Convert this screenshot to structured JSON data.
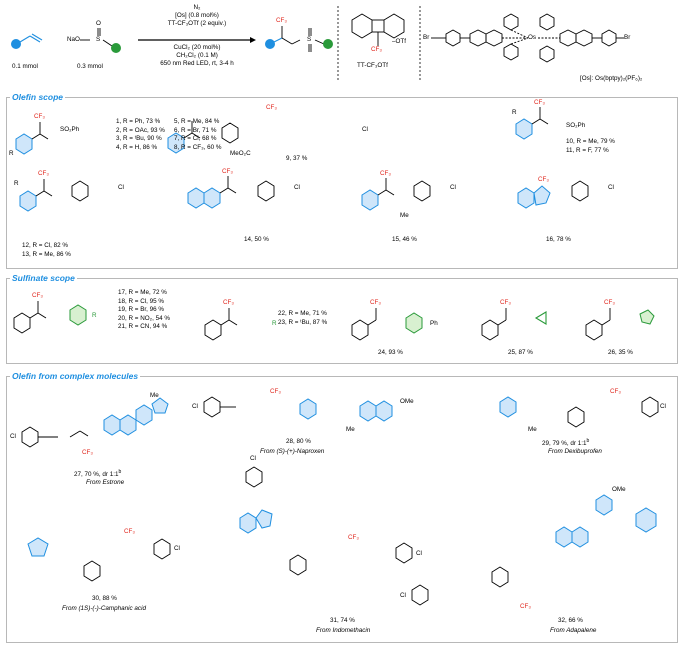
{
  "header": {
    "olefin_amount": "0.1 mmol",
    "sulfinate_amount": "0.3 mmol",
    "sulfinate_na": "NaO",
    "sulfinate_s": "S",
    "sulfinate_o": "O",
    "conditions_top": [
      "N₂",
      "[Os] (0.8 mol%)",
      "TT-CF₃OTf (2 equiv.)"
    ],
    "conditions_bottom": [
      "CuCl₂ (20 mol%)",
      "CH₂Cl₂ (0.1 M)",
      "650 nm Red LED, rt, 3-4 h"
    ],
    "product_cf3": "CF₃",
    "product_s": "S",
    "reagent_cf3": "CF₃",
    "reagent_otf": "–OTf",
    "reagent_label": "TT-CF₃OTf",
    "catalyst_label": "[Os]: Os(bptpy)₂(PF₆)₂",
    "catalyst_br": "Br",
    "catalyst_os": "Os"
  },
  "sections": {
    "olefin": {
      "title": "Olefin scope",
      "list_a": [
        "1, R = Ph, 73 %",
        "2, R = OAc, 93 %",
        "3, R = ᵗBu, 90 %",
        "4, R = H, 86 %"
      ],
      "list_b": [
        "5, R = Me, 84 %",
        "6, R = Br, 71 %",
        "7, R = Cl, 68 %",
        "8, R = CF₃, 60 %"
      ],
      "c9": "9, 37 %",
      "c9_ester": "MeO₂C",
      "list_c": [
        "10, R = Me, 79 %",
        "11, R = F, 77 %"
      ],
      "list_d": [
        "12, R = Cl, 82 %",
        "13, R = Me, 86 %"
      ],
      "c14": "14, 50 %",
      "c15": "15, 46 %",
      "c16": "16, 78 %",
      "so2ph": "SO₂Ph",
      "cl": "Cl",
      "me": "Me",
      "r": "R"
    },
    "sulfinate": {
      "title": "Sulfinate scope",
      "list_a": [
        "17, R = Me, 72 %",
        "18, R = Cl, 95 %",
        "19, R = Br, 96 %",
        "20, R = NO₂, 54 %",
        "21, R = CN, 94 %"
      ],
      "list_b": [
        "22, R = Me, 71 %",
        "23, R = ᵗBu, 87 %"
      ],
      "c24": "24, 93 %",
      "c25": "25, 87 %",
      "c26": "26, 35 %",
      "ph": "Ph"
    },
    "complex": {
      "title": "Olefin from complex molecules",
      "c27": "27, 70 %, dr 1:1",
      "c27_sup": "b",
      "c27_from": "From Estrone",
      "c28": "28, 80 %",
      "c28_from": "From (S)-(+)-Naproxen",
      "c29": "29, 79 %, dr 1:1",
      "c29_sup": "b",
      "c29_from": "From Dexibuprofen",
      "c30": "30, 88 %",
      "c30_from": "From (1S)-(-)-Camphanic  acid",
      "c31": "31, 74 %",
      "c31_from": "From Indomethacin",
      "c32": "32, 66 %",
      "c32_from": "From Adapalene",
      "ome": "OMe"
    }
  }
}
